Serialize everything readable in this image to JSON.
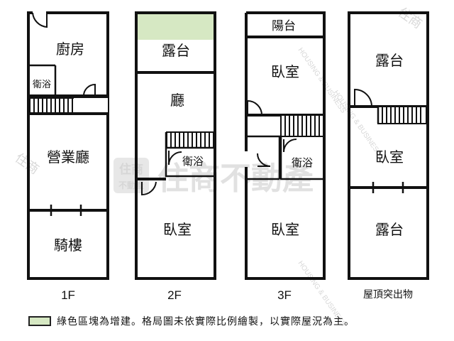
{
  "floors": {
    "f1": {
      "label": "1F",
      "rooms": {
        "kitchen": "廚房",
        "bath": "衛浴",
        "business_hall": "營業廳",
        "arcade": "騎樓"
      }
    },
    "f2": {
      "label": "2F",
      "rooms": {
        "balcony": "露台",
        "hall": "廳",
        "bath": "衛浴",
        "bedroom": "臥室"
      }
    },
    "f3": {
      "label": "3F",
      "rooms": {
        "balcony": "陽台",
        "bedroom_top": "臥室",
        "bath": "衛浴",
        "bedroom_bottom": "臥室"
      }
    },
    "roof": {
      "label": "屋頂突出物",
      "rooms": {
        "terrace_top": "露台",
        "bedroom": "臥室",
        "terrace_bottom": "露台"
      }
    }
  },
  "legend": {
    "text": "綠色區塊為增建。格局圖未依實際比例繪製，以實際屋況為主。",
    "swatch_color": "#d6e8c3"
  },
  "watermark": {
    "main": "住商不動產",
    "logo_top": "住商",
    "logo_bottom": "不動產",
    "english": "HOUSING & BUSINESS"
  },
  "colors": {
    "addition": "#d6e8c3",
    "wall": "#111111",
    "watermark": "#c9c9c9"
  }
}
